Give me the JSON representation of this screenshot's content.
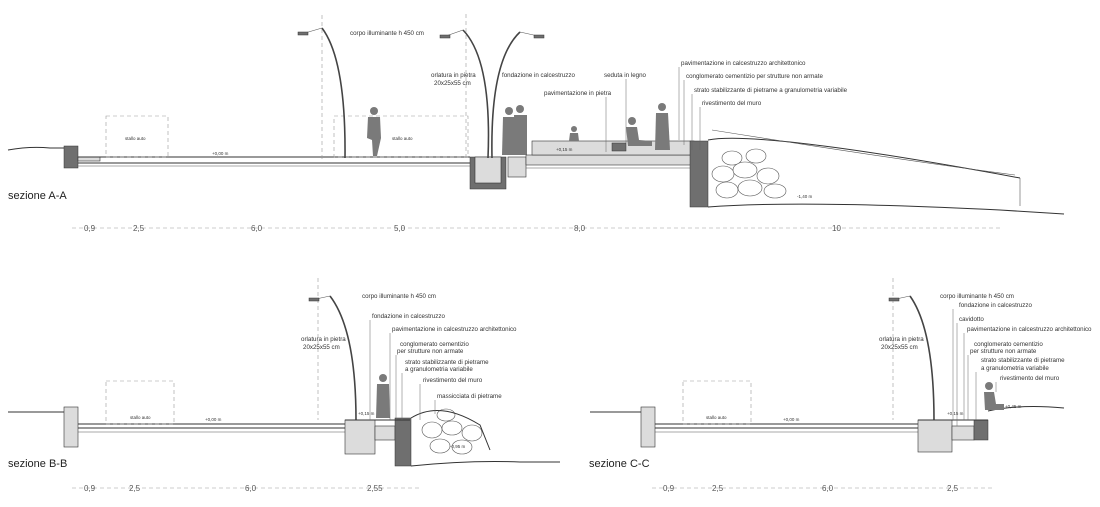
{
  "sections": {
    "a": {
      "title": "sezione A-A",
      "labels": {
        "lamp": "corpo illuminante h 450 cm",
        "edging_1": "orlatura in pietra",
        "edging_2": "20x25x55 cm",
        "foundation": "fondazione in calcestruzzo",
        "bench": "seduta in legno",
        "stone_paving": "pavimentazione in pietra",
        "concrete_paving": "pavimentazione in calcestruzzo architettonico",
        "conglomerate": "conglomerato cementizio per strutture non armate",
        "stabilized": "strato stabilizzante di pietrame a granulometria variabile",
        "wall_cladding": "rivestimento del muro",
        "parking_1": "stallo auto",
        "parking_2": "stallo auto",
        "elev_road": "+0,00 m",
        "elev_plaza": "+0,15 m",
        "elev_low": "-1,40 m"
      },
      "dims": [
        "0,9",
        "2,5",
        "6,0",
        "5,0",
        "8,0",
        "10"
      ]
    },
    "b": {
      "title": "sezione B-B",
      "labels": {
        "lamp": "corpo illuminante h 450 cm",
        "foundation": "fondazione in calcestruzzo",
        "concrete_paving": "pavimentazione in calcestruzzo architettonico",
        "edging_1": "orlatura in pietra",
        "edging_2": "20x25x55 cm",
        "conglomerate_1": "conglomerato cementizio",
        "conglomerate_2": "per strutture non armate",
        "stabilized_1": "strato stabilizzante di pietrame",
        "stabilized_2": "a granulometria variabile",
        "wall_cladding": "rivestimento del muro",
        "riprap": "massicciata di pietrame",
        "parking": "stallo auto",
        "elev_road": "+0,00 m",
        "elev_walk": "+0,15 m",
        "elev_low": "-0,95 m"
      },
      "dims": [
        "0,9",
        "2,5",
        "6,0",
        "2,55"
      ]
    },
    "c": {
      "title": "sezione C-C",
      "labels": {
        "lamp": "corpo illuminante h 450 cm",
        "foundation": "fondazione in calcestruzzo",
        "conduit": "cavidotto",
        "concrete_paving": "pavimentazione in calcestruzzo architettonico",
        "edging_1": "orlatura in pietra",
        "edging_2": "20x25x55 cm",
        "conglomerate_1": "conglomerato cementizio",
        "conglomerate_2": "per strutture non armate",
        "stabilized_1": "strato stabilizzante di pietrame",
        "stabilized_2": "a granulometria variabile",
        "wall_cladding": "rivestimento del muro",
        "parking": "stallo auto",
        "elev_road": "+0,00 m",
        "elev_walk": "+0,15 m",
        "elev_top": "+0,45 m"
      },
      "dims": [
        "0,9",
        "2,5",
        "6,0",
        "2,5"
      ]
    }
  }
}
